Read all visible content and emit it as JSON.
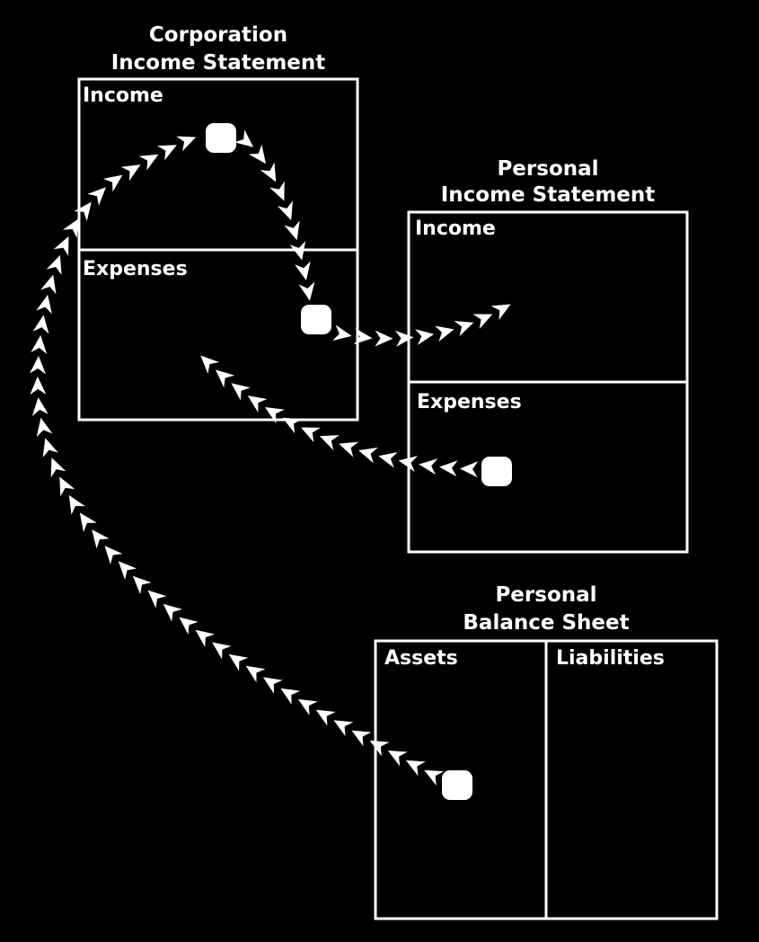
{
  "colors": {
    "background": "#000000",
    "foreground": "#ffffff"
  },
  "corporation_income_statement": {
    "title_line1": "Corporation",
    "title_line2": "Income Statement",
    "income_label": "Income",
    "expenses_label": "Expenses"
  },
  "personal_income_statement": {
    "title_line1": "Personal",
    "title_line2": "Income Statement",
    "income_label": "Income",
    "expenses_label": "Expenses"
  },
  "personal_balance_sheet": {
    "title_line1": "Personal",
    "title_line2": "Balance Sheet",
    "assets_label": "Assets",
    "liabilities_label": "Liabilities"
  },
  "flows": [
    {
      "id": "asset-to-corp-income",
      "from": "Assets",
      "to": "Income"
    },
    {
      "id": "corp-income-to-corp-expenses",
      "from": "Income",
      "to": "Expenses"
    },
    {
      "id": "corp-expenses-to-personal-income",
      "from": "Expenses",
      "to": "Income"
    },
    {
      "id": "personal-expenses-to-corp-expenses",
      "from": "Expenses",
      "to": "Expenses"
    }
  ]
}
